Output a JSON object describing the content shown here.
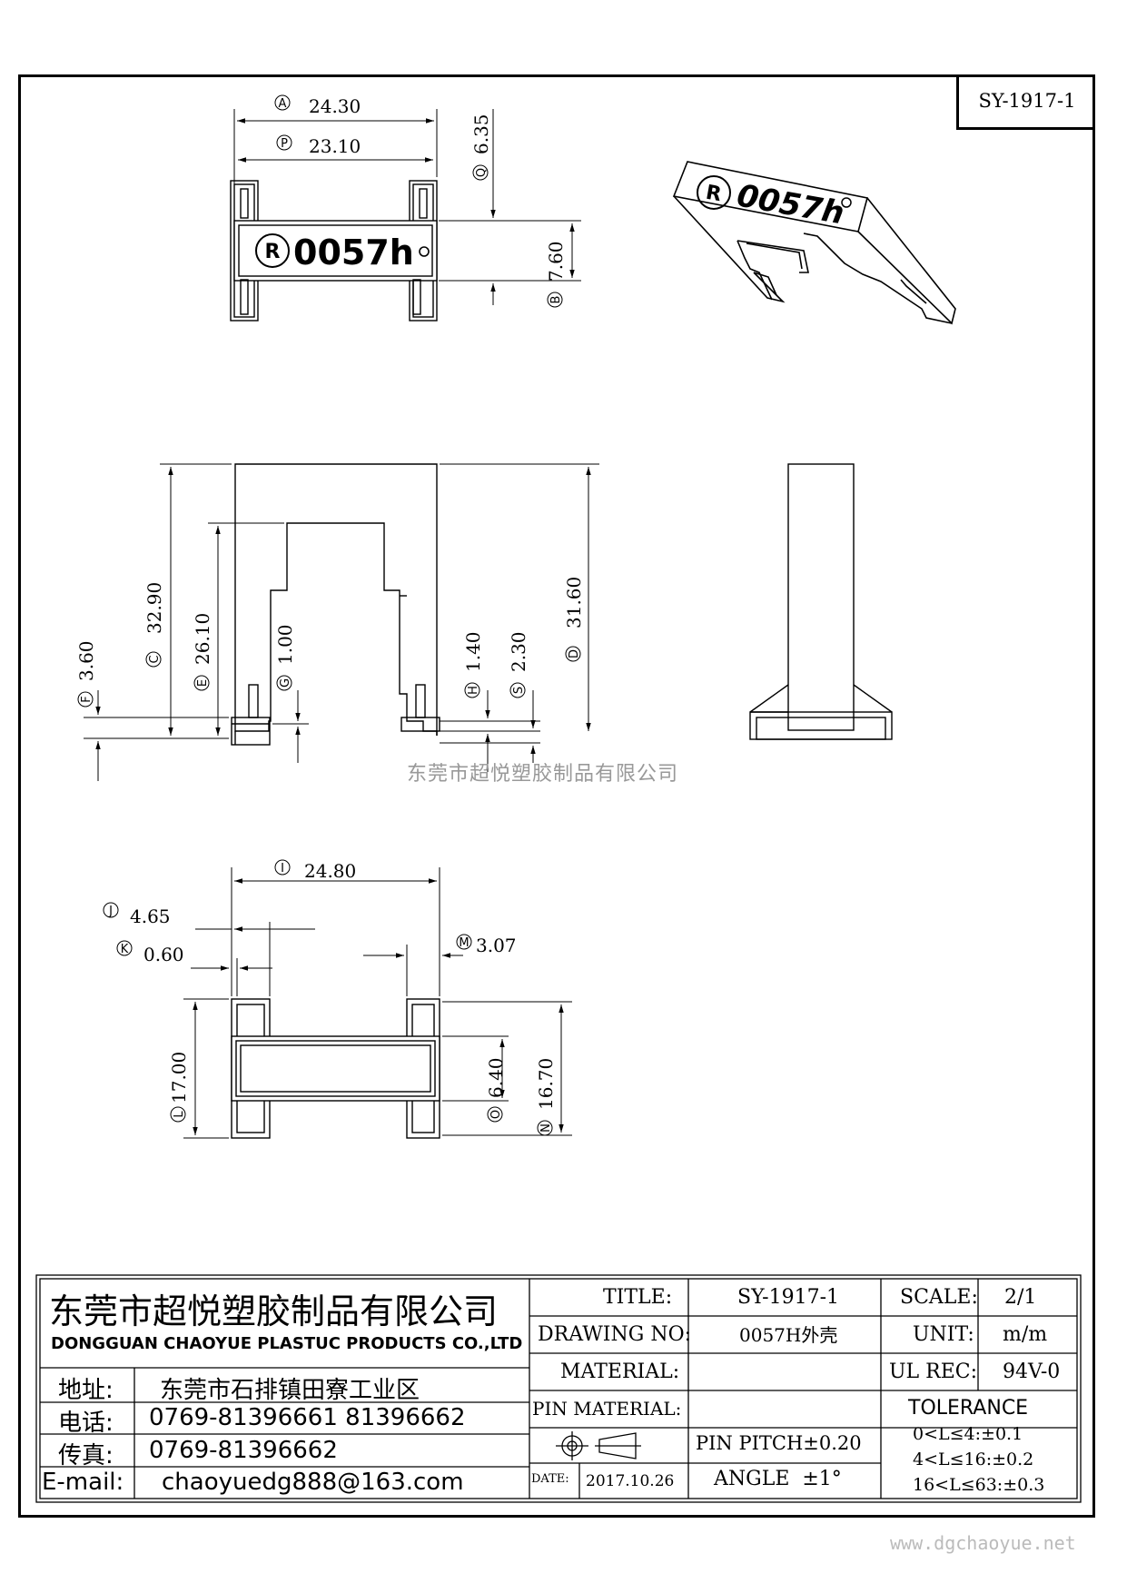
{
  "drawing_code": "SY-1917-1",
  "watermark": "东莞市超悦塑胶制品有限公司",
  "site_url": "www.dgchaoyue.net",
  "part_marking": {
    "top_view": "0057h",
    "iso_view": "0057h",
    "registered_symbol": "R"
  },
  "dimensions": {
    "A": {
      "letter": "A",
      "value": "24.30"
    },
    "P": {
      "letter": "P",
      "value": "23.10"
    },
    "Q": {
      "letter": "Q",
      "value": "6.35"
    },
    "B": {
      "letter": "B",
      "value": "7.60"
    },
    "C": {
      "letter": "C",
      "value": "32.90"
    },
    "E": {
      "letter": "E",
      "value": "26.10"
    },
    "F": {
      "letter": "F",
      "value": "3.60"
    },
    "G": {
      "letter": "G",
      "value": "1.00"
    },
    "H": {
      "letter": "H",
      "value": "1.40"
    },
    "S": {
      "letter": "S",
      "value": "2.30"
    },
    "D": {
      "letter": "D",
      "value": "31.60"
    },
    "I": {
      "letter": "I",
      "value": "24.80"
    },
    "J": {
      "letter": "J",
      "value": "4.65"
    },
    "K": {
      "letter": "K",
      "value": "0.60"
    },
    "M": {
      "letter": "M",
      "value": "3.07"
    },
    "L": {
      "letter": "L",
      "value": "17.00"
    },
    "O": {
      "letter": "O",
      "value": "6.40"
    },
    "N": {
      "letter": "N",
      "value": "16.70"
    }
  },
  "title_block": {
    "company_cn": "东莞市超悦塑胶制品有限公司",
    "company_en": "DONGGUAN CHAOYUE PLASTUC PRODUCTS CO.,LTD",
    "address_label": "地址:",
    "address": "东莞市石排镇田寮工业区",
    "phone_label": "电话:",
    "phone": "0769-81396661 81396662",
    "fax_label": "传真:",
    "fax": "0769-81396662",
    "email_label": "E-mail:",
    "email": "chaoyuedg888@163.com",
    "title_label": "TITLE:",
    "title_value": "SY-1917-1",
    "drawing_no_label": "DRAWING NO:",
    "drawing_no_value": "0057H外壳",
    "material_label": "MATERIAL:",
    "material_value": "",
    "pin_material_label": "PIN MATERIAL:",
    "pin_material_value": "",
    "date_label": "DATE:",
    "date_value": "2017.10.26",
    "pin_pitch": "PIN PITCH±0.20",
    "angle": "ANGLE  ±1°",
    "scale_label": "SCALE:",
    "scale_value": "2/1",
    "unit_label": "UNIT:",
    "unit_value": "m/m",
    "ul_label": "UL REC:",
    "ul_value": "94V-0",
    "tolerance_label": "TOLERANCE",
    "tolerance_lines": [
      "0<L≤4:±0.1",
      "4<L≤16:±0.2",
      "16<L≤63:±0.3"
    ]
  }
}
